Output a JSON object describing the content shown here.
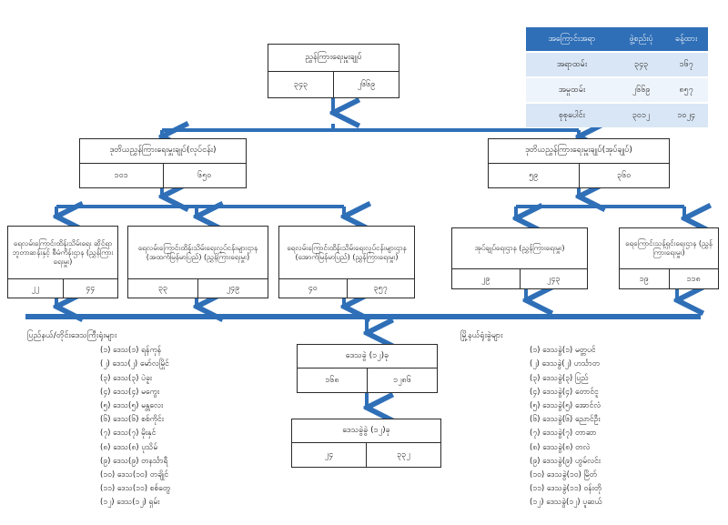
{
  "legend": {
    "headers": [
      "အကြောင်းအရာ",
      "ဖွဲ့စည်းပုံ",
      "ခန့်ထား"
    ],
    "rows": [
      [
        "အရာထမ်း",
        "၃၄၃",
        "၁၆၇"
      ],
      [
        "အမှုထမ်း",
        "၂၆၆၉",
        "၈၅၇"
      ],
      [
        "စုစုပေါင်း",
        "၃၀၁၂",
        "၁၀၂၄"
      ]
    ]
  },
  "top": {
    "title": "ညွှန်ကြားရေးမှူးချုပ်",
    "v1": "၃၄၃",
    "v2": "၂၆၆၉"
  },
  "dg_ops": {
    "title": "ဒုတိယညွှန်ကြားရေးမှူးချုပ်(လုပ်ငန်း)",
    "v1": "၁၀၁",
    "v2": "၆၅၀"
  },
  "dg_admin": {
    "title": "ဒုတိယညွှန်ကြားရေးမှူးချုပ်(အုပ်ချုပ်)",
    "v1": "၅၉",
    "v2": "၃၆၀"
  },
  "branches": [
    {
      "title": "ရေလမ်းကြောင်းထိန်းသိမ်းရေး ဆိုင်ရာ ဘူတာဆန်းနှင့် စီမံကိန်းဌာန (ညွှန်ကြားရေးမှူး)",
      "v1": "၂၂",
      "v2": "၄၄"
    },
    {
      "title": "ရေလမ်းကြောင်းထိန်းသိမ်းရေးလုပ်ငန်းများဌာန (အထက်မြန်မာပြည်) (ညွှန်ကြားရေးမှူး)",
      "v1": "၃၃",
      "v2": "၂၄၉"
    },
    {
      "title": "ရေလမ်းကြောင်းထိန်းသိမ်းရေးလုပ်ငန်းများဌာန (အောက်မြန်မာပြည်) (ညွှန်ကြားရေးမှူး)",
      "v1": "၄၀",
      "v2": "၃၅၇"
    },
    {
      "title": "အုပ်ချုပ်ရေးဌာန (ညွှန်ကြားရေးမှူး)",
      "v1": "၂၉",
      "v2": "၂၄၃"
    },
    {
      "title": "ရေကြောင်းသန့်ရှင်းရေးဌာန (ညွှန်ကြားရေးမှူး)",
      "v1": "၁၉",
      "v2": "၁၁၈"
    }
  ],
  "division": {
    "title": "ဒေသခွဲ (၁၂)ခု",
    "v1": "၁၆၈",
    "v2": "၁၂၈၆"
  },
  "subdivision": {
    "title": "ဒေသခွဲခွဲ (၁၂)ခု",
    "v1": "၂၄",
    "v2": "၃၃၂"
  },
  "left_list": {
    "heading": "ပြည်နယ်/တိုင်းဒေသကြီးရုံးများ",
    "items": [
      "(၁) ဒေသ(၁) ရန်ကုန်",
      "(၂) ဒေသ(၂) မော်လမြိုင်",
      "(၃) ဒေသ(၃) ပဲခူး",
      "(၄) ဒေသ(၄) မကွေး",
      "(၅) ဒေသ(၅) မန္တလေး",
      "(၆) ဒေသ(၆) စစ်ကိုင်း",
      "(၇) ဒေသ(၇) မိုးနှင်",
      "(၈) ဒေသ(၈) ပုသိမ်",
      "(၉) ဒေသ(၉) တနင်္သာရီ",
      "(၁၀) ဒေသ(၁၀) တချိုင်",
      "(၁၁) ဒေသ(၁၁) စစ်တွေ",
      "(၁၂) ဒေသ(၁၂) ရှမ်း"
    ]
  },
  "right_list": {
    "heading": "မြို့နယ်ရုံးခွဲများ",
    "items": [
      "(၁) ဒေသခွဲ(၁) မတ္တပင်",
      "(၂) ဒေသခွဲ(၂) ဟင်္သာတ",
      "(၃) ဒေသခွဲ(၃) ပြည်",
      "(၄) ဒေသခွဲ(၄) တောင်ငူ",
      "(၅) ဒေသခွဲ(၅) အောင်လံ",
      "(၆) ဒေသခွဲ(၆) ညောင်ဦး",
      "(၇) ဒေသခွဲ(၇) တာဆာ",
      "(၈) ဒေသခွဲ(၈) တလဲ",
      "(၉) ဒေသခွဲ(၉) ဟွမ်လင်း",
      "(၁၀) ဒေသခွဲ(၁၀) မြိတ်",
      "(၁၁) ဒေသခွဲ(၁၁) ဝန်းတို",
      "(၁၂) ဒေသခွဲ(၁၂) ပူဆယ်"
    ]
  },
  "colors": {
    "connector": "#2f6fb7",
    "legend_header": "#2f6fb7"
  }
}
